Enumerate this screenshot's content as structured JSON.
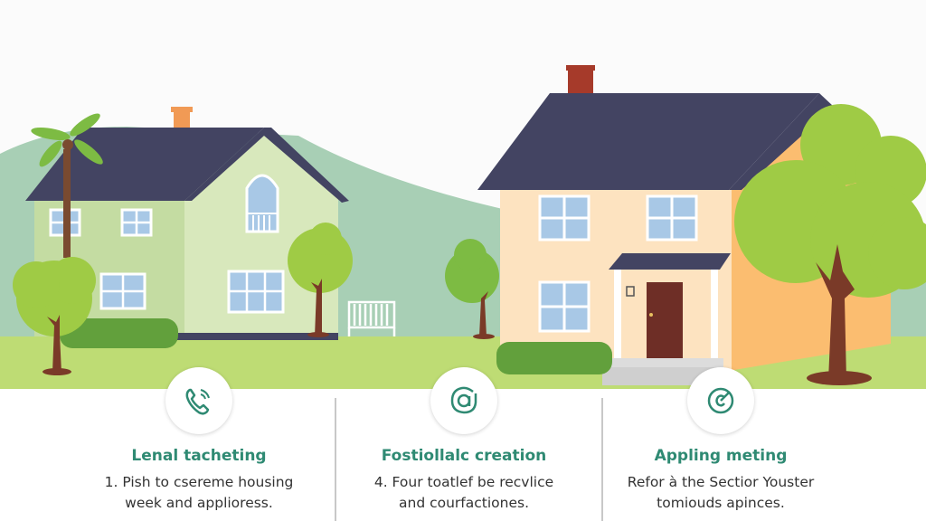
{
  "scene": {
    "description": "Two illustrated suburban houses with trees, hills, bench and lawn",
    "colors": {
      "sky": "#fbfbfb",
      "hills": "#a8cfb5",
      "lawn": "#bedc74",
      "roof": "#434462",
      "left_house_wall": "#c4dca2",
      "left_house_gable": "#d8e8bc",
      "right_house_wall": "#fde3c0",
      "right_house_side": "#fbbd70",
      "chimney_left": "#f19a55",
      "chimney_right": "#a63a2a",
      "window": "#a8c8e6",
      "door": "#6e2e26",
      "tree_light": "#9fcb45",
      "tree_mid": "#7dbb43",
      "trunk": "#7a3a28",
      "hedge": "#62a03c"
    }
  },
  "features": [
    {
      "icon": "phone-icon",
      "title": "Lenal tacheting",
      "desc_line1": "1. Pish to csereme housing",
      "desc_line2": "week and applioress."
    },
    {
      "icon": "at-sign-icon",
      "title": "Fostiollalc creation",
      "desc_line1": "4. Four toatlef be recvlice",
      "desc_line2": "and courfactiones."
    },
    {
      "icon": "target-icon",
      "title": "Appling meting",
      "desc_line1": "Refor à the Sectior Youster",
      "desc_line2": "tomiouds apinces."
    }
  ],
  "accent_color": "#2f8a73"
}
